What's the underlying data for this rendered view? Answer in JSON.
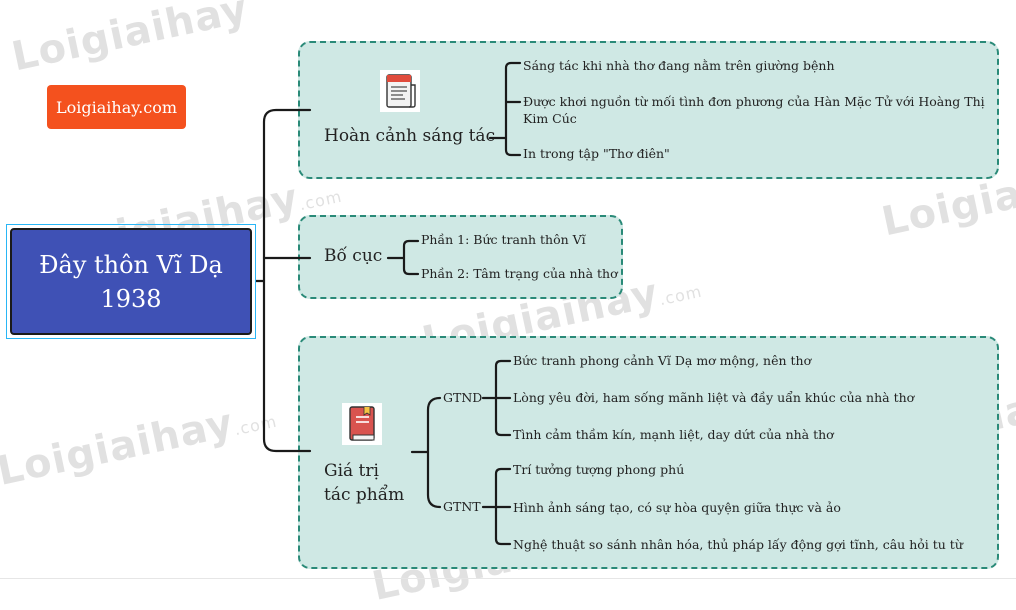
{
  "brand": {
    "label": "Loigiaihay.com"
  },
  "watermark": {
    "name": "Loigiaihay",
    "suffix": ".com"
  },
  "root": {
    "line1": "Đây thôn Vĩ Dạ",
    "line2": "1938"
  },
  "branch_hoan_canh": {
    "label": "Hoàn cảnh sáng tác",
    "icon": "newspaper-icon",
    "items": [
      "Sáng tác khi nhà thơ đang nằm trên giường bệnh",
      "Được khơi nguồn từ mối tình đơn phương của Hàn Mặc Tử với Hoàng Thị",
      "Kim Cúc",
      "In trong tập \"Thơ điên\""
    ]
  },
  "branch_bo_cuc": {
    "label": "Bố cục",
    "items": [
      "Phần 1: Bức tranh thôn Vĩ",
      "Phần 2: Tâm trạng của nhà thơ"
    ]
  },
  "branch_gia_tri": {
    "label_line1": "Giá trị",
    "label_line2": "tác phẩm",
    "icon": "book-icon",
    "gtnd": {
      "label": "GTND",
      "items": [
        "Bức tranh phong cảnh Vĩ Dạ mơ mộng, nên thơ",
        "Lòng yêu đời, ham sống mãnh liệt và đầy uẩn khúc của nhà thơ",
        "Tình cảm thầm kín, mạnh liệt, day dứt của nhà thơ"
      ]
    },
    "gtnt": {
      "label": "GTNT",
      "items": [
        "Trí tưởng tượng phong phú",
        "Hình ảnh sáng tạo, có sự hòa quyện giữa thực và ảo",
        "Nghệ thuật so sánh nhân hóa, thủ pháp lấy động gợi tĩnh, câu hỏi tu từ"
      ]
    }
  },
  "colors": {
    "panel_fill": "#cfe8e4",
    "panel_border": "#2a8a78",
    "root_fill": "#3f51b5",
    "brand_fill": "#f4511e"
  }
}
